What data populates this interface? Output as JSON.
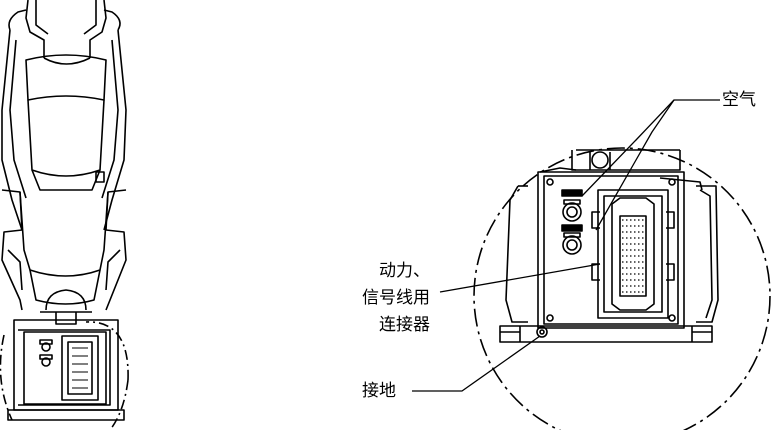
{
  "labels": {
    "air": "空气",
    "power_line1": "动力、",
    "power_line2": "信号线用",
    "power_line3": "连接器",
    "ground": "接地"
  },
  "colors": {
    "line": "#000000",
    "background": "#ffffff"
  }
}
